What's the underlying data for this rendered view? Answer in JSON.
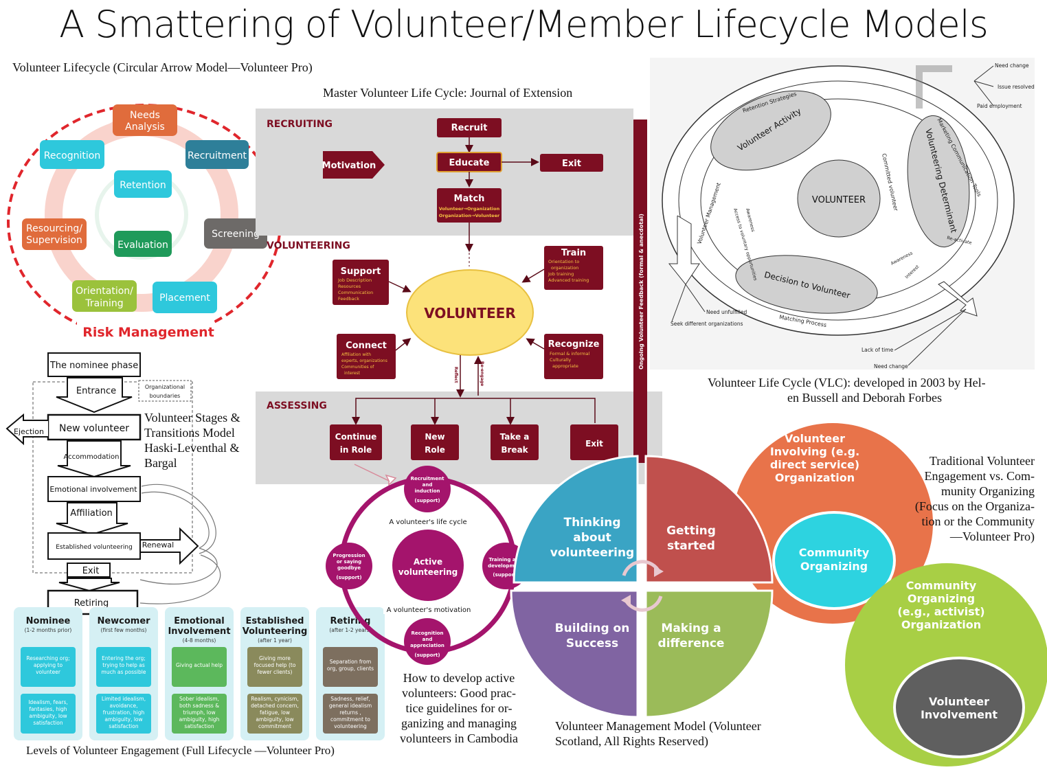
{
  "title": "A Smattering of Volunteer/Member Lifecycle Models",
  "circular_model": {
    "caption": "Volunteer Lifecycle (Circular Arrow Model—Volunteer Pro)",
    "needs1": "Needs",
    "needs2": "Analysis",
    "recruitment": "Recruitment",
    "screening": "Screening",
    "placement": "Placement",
    "orientation1": "Orientation/",
    "orientation2": "Training",
    "resourcing1": "Resourcing/",
    "resourcing2": "Supervision",
    "recognition": "Recognition",
    "retention": "Retention",
    "evaluation": "Evaluation",
    "risk": "Risk Management",
    "colors": {
      "needs": "#e06c3c",
      "recruitment": "#2e7f99",
      "screening": "#6d6a68",
      "placement": "#2ec8dc",
      "orientation": "#9bc23c",
      "resourcing": "#e06c3c",
      "recognition": "#2ec8dc",
      "retention": "#2ec8dc",
      "evaluation": "#1f9a5a",
      "risk": "#e0262c"
    }
  },
  "master": {
    "caption": "Master Volunteer Life Cycle: Journal of Extension",
    "recruiting": "RECRUITING",
    "volunteering": "VOLUNTEERING",
    "assessing": "ASSESSING",
    "motivation": "Motivation",
    "recruit": "Recruit",
    "educate": "Educate",
    "exit": "Exit",
    "match": "Match",
    "match_l1": "Volunteer→Organization",
    "match_l2": "Organization→Volunteer",
    "volunteer": "VOLUNTEER",
    "support": "Support",
    "support_items": [
      "Job Description",
      "Resources",
      "Communication",
      "Feedback"
    ],
    "train": "Train",
    "train_items": [
      "Orientation to",
      "organization",
      "Job training",
      "Advanced training"
    ],
    "connect": "Connect",
    "connect_items": [
      "Affiliation with",
      "experts, organizations",
      "Communities of",
      "interest"
    ],
    "recognize": "Recognize",
    "recognize_items": [
      "Formal & informal",
      "Culturally",
      "appropriate"
    ],
    "reflect": "Reflect",
    "reengage": "Re-engage",
    "continue1": "Continue",
    "continue2": "in Role",
    "new1": "New",
    "new2": "Role",
    "break1": "Take a",
    "break2": "Break",
    "exit2": "Exit",
    "feedback": "Ongoing Volunteer Feedback (formal & anecdotal)",
    "colors": {
      "box": "#7d0e22",
      "band": "#d9d9d9",
      "volunteer_fill": "#fce27a"
    }
  },
  "vlc": {
    "caption_l1": "Volunteer Life Cycle (VLC): developed in 2003 by Hel-",
    "caption_l2": "en Bussell and Deborah Forbes",
    "need_change": "Need change",
    "issue_resolved": "Issue resolved",
    "paid_employment": "Paid employment",
    "retention_strategies": "Retention Strategies",
    "marketing": "Marketing Communication Tools",
    "volunteer_management": "Volunteer Management",
    "volunteer_activity": "Volunteer Activity",
    "volunteering_determinant": "Volunteering Determinant",
    "committed": "Committed volunteer",
    "volunteer": "VOLUNTEER",
    "access": "Access to voluntary opportunities",
    "awareness": "Awareness",
    "reactivate": "Re-activate",
    "awareness2": "Awareness",
    "interest": "Interest",
    "decision": "Decision to Volunteer",
    "need_unfulfilled": "Need unfulfilled",
    "seek_different": "Seek different organizations",
    "matching": "Matching Process",
    "lack_time": "Lack of time",
    "need_change2": "Need change"
  },
  "stages": {
    "caption_l1": "Volunteer Stages &",
    "caption_l2": "Transitions Model",
    "caption_l3": "Haski-Leventhal &",
    "caption_l4": "Bargal",
    "nominee_phase": "The nominee phase",
    "entrance": "Entrance",
    "org_boundaries1": "Organizational",
    "org_boundaries2": "boundaries",
    "ejection": "Ejection",
    "new_volunteer": "New volunteer",
    "accommodation": "Accommodation",
    "emotional": "Emotional involvement",
    "affiliation": "Affiliation",
    "established": "Established volunteering",
    "renewal": "Renewal",
    "exit": "Exit",
    "retiring": "Retiring"
  },
  "levels": {
    "caption": "Levels of Volunteer Engagement (Full Lifecycle —Volunteer Pro)",
    "columns": [
      {
        "t1": "Nominee",
        "t2": "",
        "sub": "(1-2 months prior)",
        "b1": [
          "Researching org;",
          "applying to",
          "volunteer"
        ],
        "b2": [
          "Idealism, fears,",
          "fantasies, high",
          "ambiguity, low",
          "satisfaction"
        ],
        "color": "#2ec8dc"
      },
      {
        "t1": "Newcomer",
        "t2": "",
        "sub": "(first few months)",
        "b1": [
          "Entering the org;",
          "trying to help as",
          "much as possible"
        ],
        "b2": [
          "Limited idealism,",
          "avoidance,",
          "frustration, high",
          "ambiguity, low",
          "satisfaction"
        ],
        "color": "#2ec8dc"
      },
      {
        "t1": "Emotional",
        "t2": "Involvement",
        "sub": "(4-8 months)",
        "b1": [
          "Giving actual help"
        ],
        "b2": [
          "Sober idealism,",
          "both sadness &",
          "triumph, low",
          "ambiguity, high",
          "satisfaction"
        ],
        "color": "#5cb85c"
      },
      {
        "t1": "Established",
        "t2": "Volunteering",
        "sub": "(after 1 year)",
        "b1": [
          "Giving more",
          "focused help (to",
          "fewer clients)"
        ],
        "b2": [
          "Realism, cynicism,",
          "detached concern,",
          "fatigue, low",
          "ambiguity, low",
          "commitment"
        ],
        "color": "#8a8a5c"
      },
      {
        "t1": "Retiring",
        "t2": "",
        "sub": "(after 1-2 years)",
        "b1": [
          "Separation from",
          "org, group, clients"
        ],
        "b2": [
          "Sadness, relief,",
          "general idealism",
          "returns ,",
          "commitment to",
          "volunteering"
        ],
        "color": "#7d6f5f"
      }
    ]
  },
  "cambodia": {
    "recruitment": [
      "Recruitment",
      "and",
      "induction",
      "(support)"
    ],
    "life_cycle": "A volunteer's life cycle",
    "progression": [
      "Progression",
      "or saying",
      "goodbye",
      "(support)"
    ],
    "active": [
      "Active",
      "volunteering"
    ],
    "training": [
      "Training and",
      "development",
      "(support)"
    ],
    "motivation": "A volunteer's motivation",
    "recognition": [
      "Recognition",
      "and",
      "appreciation",
      "(support)"
    ],
    "caption": [
      "How to develop active",
      "volunteers: Good prac-",
      "tice guidelines for or-",
      "ganizing and managing",
      "volunteers in Cambodia"
    ],
    "color": "#a4146c"
  },
  "scotland": {
    "thinking": [
      "Thinking",
      "about",
      "volunteering"
    ],
    "getting": [
      "Getting",
      "started"
    ],
    "building": [
      "Building on",
      "Success"
    ],
    "making": [
      "Making a",
      "difference"
    ],
    "caption_l1": "Volunteer Management Model (Volunteer",
    "caption_l2": "Scotland, All Rights Reserved)",
    "colors": {
      "thinking": "#3aa4c4",
      "getting": "#c0504d",
      "building": "#8064a2",
      "making": "#9bbb59"
    }
  },
  "traditional": {
    "involving": [
      "Volunteer",
      "Involving  (e.g.",
      "direct service)",
      "Organization"
    ],
    "community_org": [
      "Community",
      "Organizing"
    ],
    "caption": [
      "Traditional Volunteer",
      "Engagement vs. Com-",
      "munity Organizing",
      "(Focus on the Organiza-",
      "tion or the Community",
      "—Volunteer Pro)"
    ],
    "green": [
      "Community",
      "Organizing",
      "(e.g., activist)",
      "Organization"
    ],
    "involvement": [
      "Volunteer",
      "Involvement"
    ],
    "colors": {
      "orange": "#e8734a",
      "cyan": "#2dd3e0",
      "green": "#a8cf45",
      "gray": "#5f5f5f"
    }
  }
}
